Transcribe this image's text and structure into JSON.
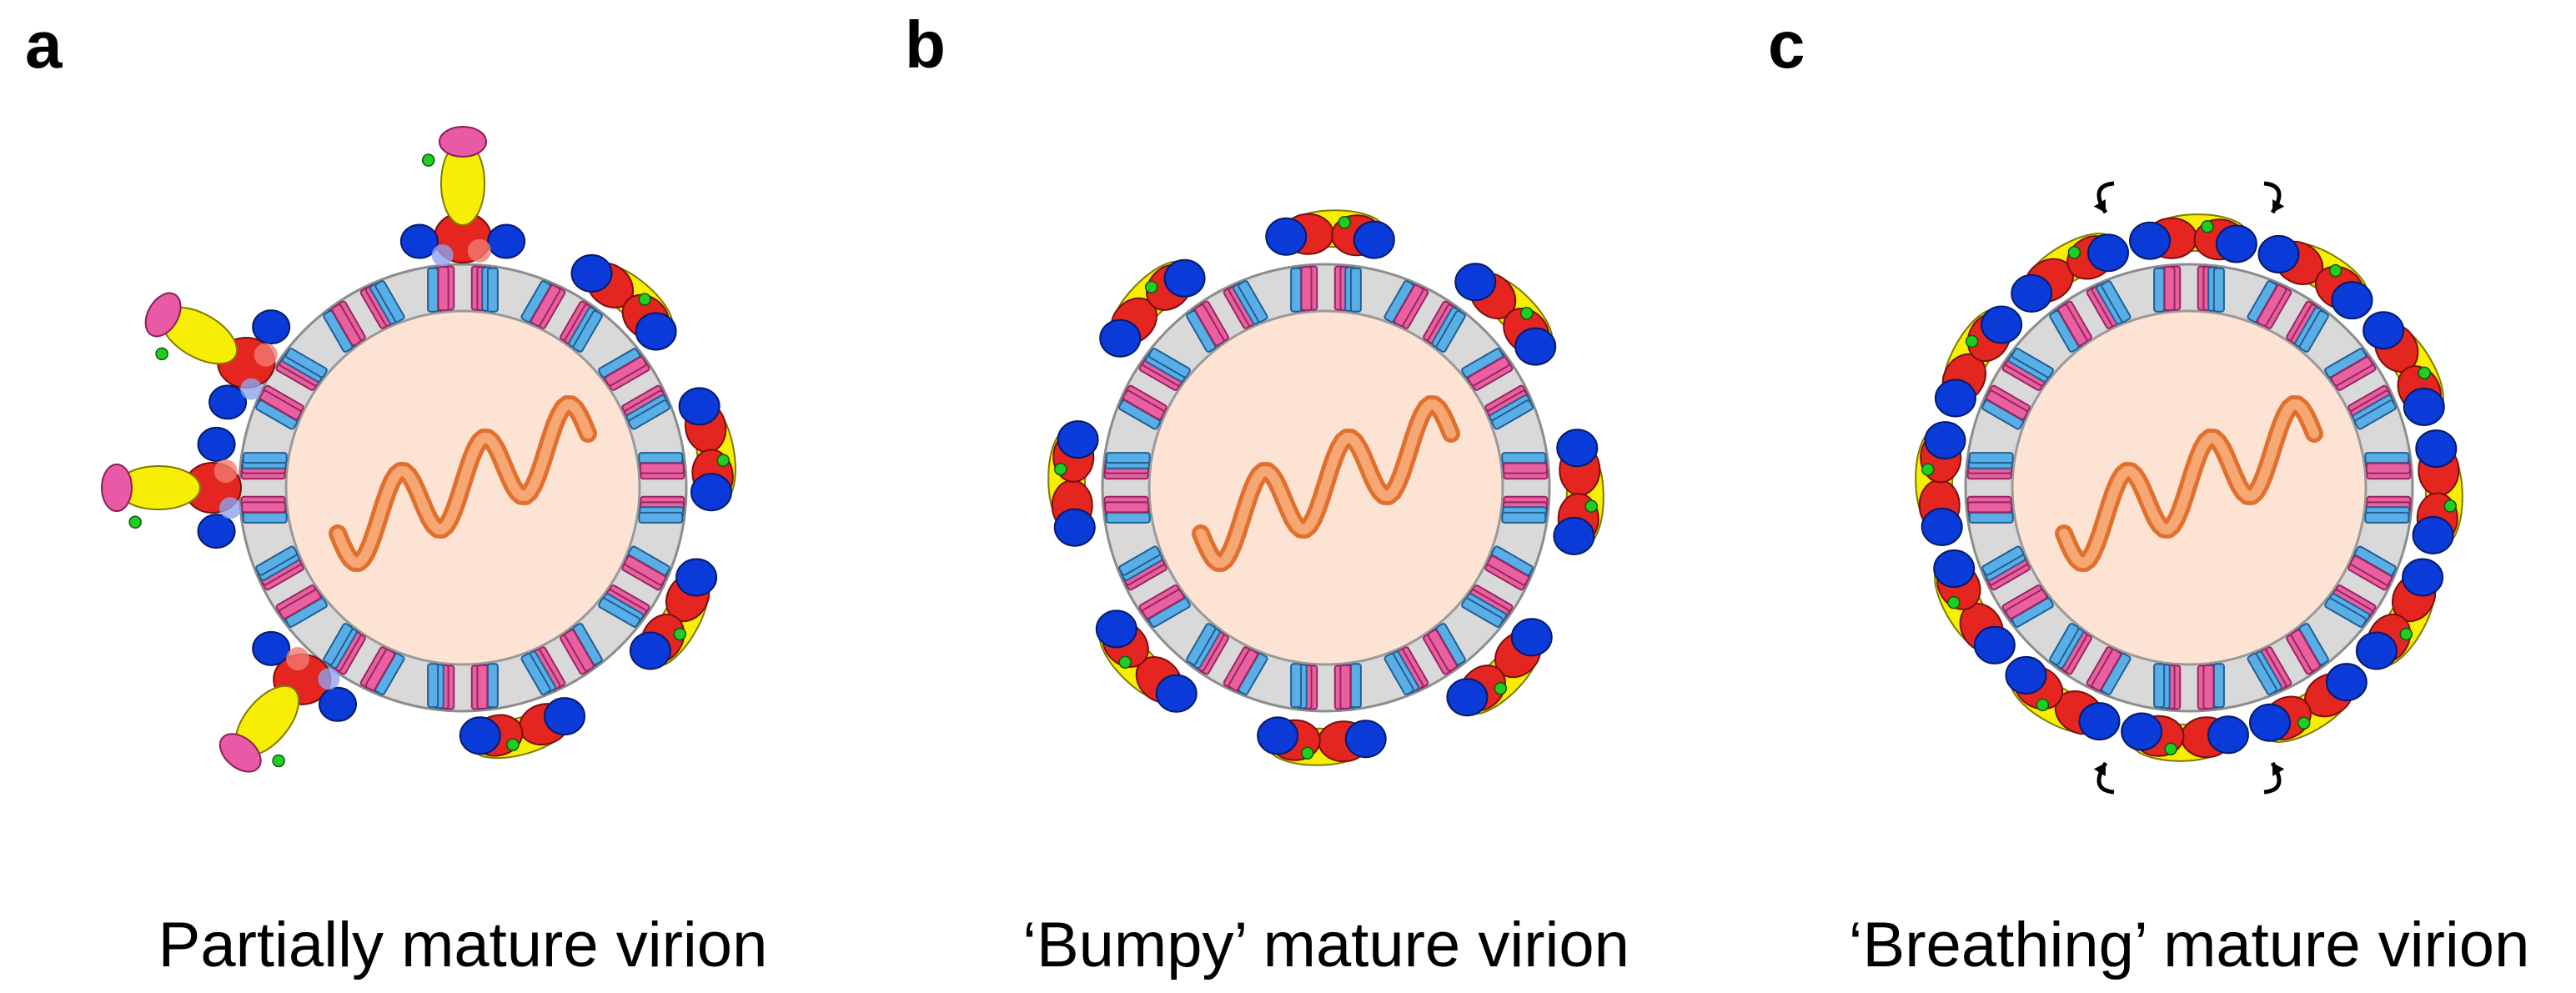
{
  "panels": [
    {
      "letter": "a",
      "caption": "Partially mature virion",
      "variant": "partial"
    },
    {
      "letter": "b",
      "caption": "‘Bumpy’ mature virion",
      "variant": "bumpy"
    },
    {
      "letter": "c",
      "caption": "‘Breathing’ mature virion",
      "variant": "breathing"
    }
  ],
  "colors": {
    "core": "#fde3d4",
    "core_stroke": "#9a9a9a",
    "membrane": "#d9d9d9",
    "membrane_stroke": "#8c8c8c",
    "m_protein": "#5aaee6",
    "m_protein_stroke": "#1f5f95",
    "e_tm": "#e8609f",
    "e_tm_stroke": "#9a2560",
    "rna": "#f7a773",
    "rna_stroke": "#e0702d",
    "domain_blue": "#0a3ad8",
    "domain_red": "#e52620",
    "domain_yellow": "#f7ee06",
    "glycan": "#22cc22",
    "pr_peptide": "#e85aa6",
    "light_red": "#f27a72",
    "light_blue": "#8da3ef",
    "arrow": "#000000"
  }
}
